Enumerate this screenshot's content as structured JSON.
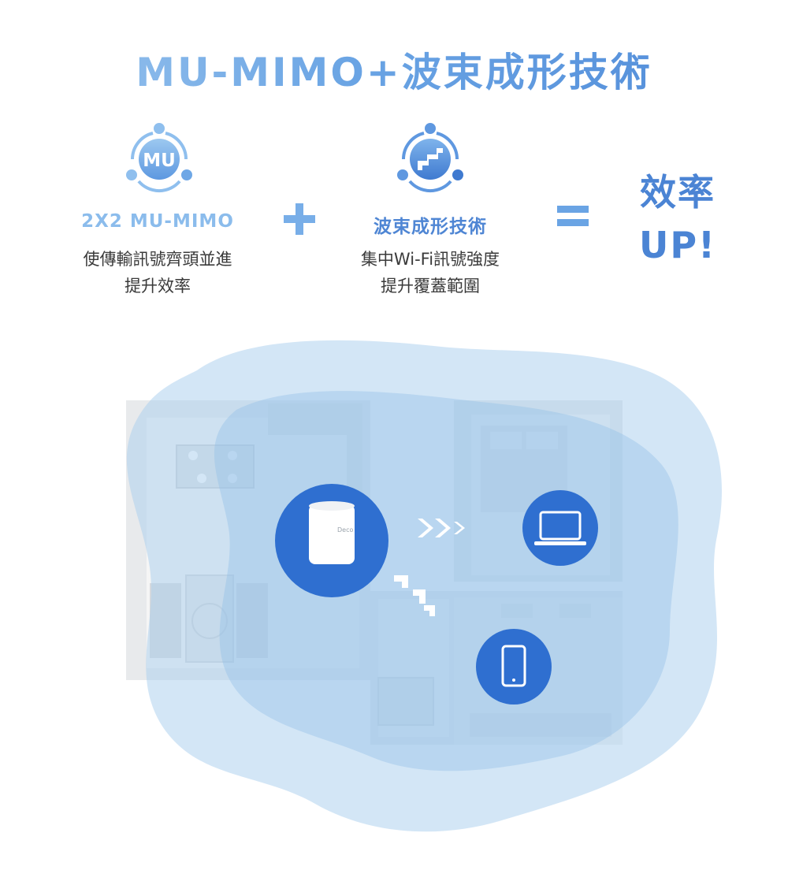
{
  "title": "MU-MIMO+波束成形技術",
  "features": [
    {
      "icon": "mu-mimo-icon",
      "icon_text": "MU",
      "label": "2X2 MU-MIMO",
      "desc_lines": [
        "使傳輸訊號齊頭並進",
        "提升效率"
      ]
    },
    {
      "icon": "beamforming-icon",
      "label": "波束成形技術",
      "desc_lines": [
        "集中Wi-Fi訊號強度",
        "提升覆蓋範圍"
      ]
    }
  ],
  "result": {
    "line1": "效率",
    "line2": "UP!"
  },
  "scene": {
    "router_logo_text": "Deco",
    "devices": [
      "laptop-icon",
      "smartphone-icon"
    ]
  },
  "colors": {
    "accent": "#4f86d4",
    "accent_light": "#8bbcec",
    "coverage": "#cde3f5",
    "text": "#3a3a3a"
  }
}
